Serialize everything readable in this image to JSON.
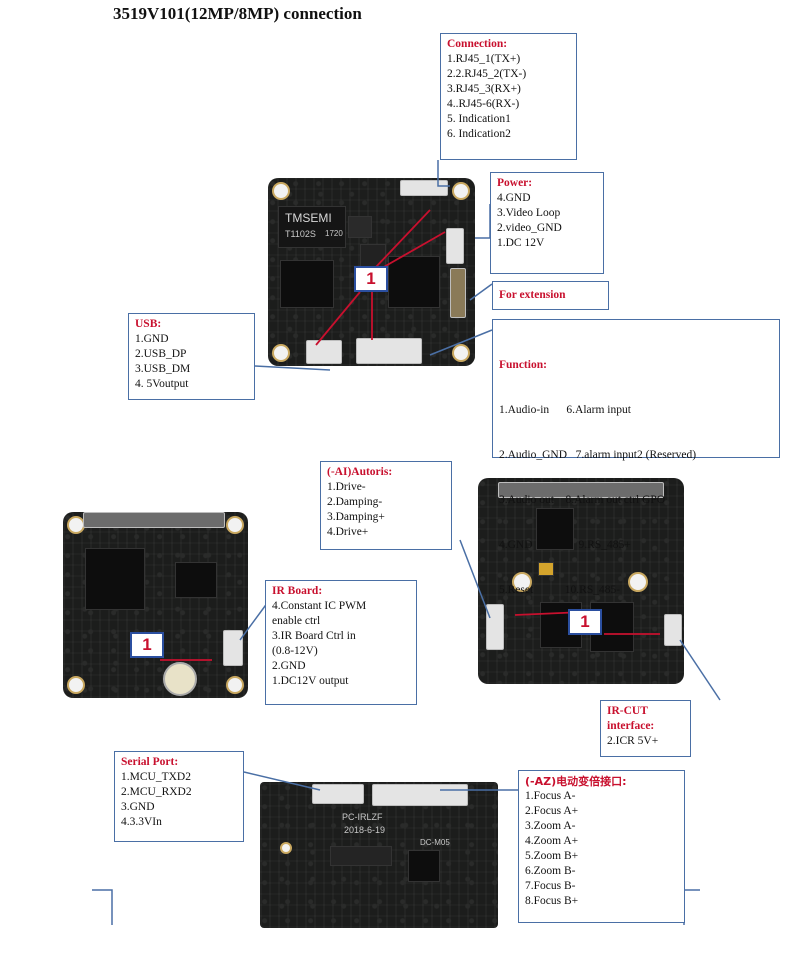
{
  "title": "3519V101(12MP/8MP) connection",
  "badge_label": "1",
  "main_board": {
    "tmsemi_label": "TMSEMI",
    "transformer_code": "T1102S",
    "transformer_sub": "1720"
  },
  "bottom_board": {
    "marking_1": "PC-IRLZF",
    "marking_2": "2018-6-19",
    "marking_3": "DC-M05"
  },
  "boxes": {
    "connection": {
      "heading": "Connection:",
      "items": [
        "1.RJ45_1(TX+)",
        "2.2.RJ45_2(TX-)",
        "3.RJ45_3(RX+)",
        "4..RJ45-6(RX-)",
        "5. Indication1",
        "6. Indication2"
      ]
    },
    "power": {
      "heading": "Power:",
      "items": [
        "4.GND",
        "3.Video Loop",
        "2.video_GND",
        "1.DC 12V"
      ]
    },
    "extension": {
      "heading": "For extension"
    },
    "usb": {
      "heading": "USB:",
      "items": [
        "1.GND",
        "2.USB_DP",
        "3.USB_DM",
        "4. 5Voutput"
      ]
    },
    "function": {
      "heading": "Function:",
      "items": [
        "1.Audio-in      6.Alarm input",
        "2.Audio_GND   7.alarm input2 (Reserved)",
        "3.Audio out    8.Alarm out ctrl GPO",
        "4.GND                9.RS_485+",
        "5.Reset           10.RS_485-"
      ]
    },
    "autoiris": {
      "heading": "(-AI)Autoris:",
      "items": [
        "1.Drive-",
        "2.Damping-",
        "3.Damping+",
        "4.Drive+"
      ]
    },
    "ir_board": {
      "heading": "IR Board:",
      "items": [
        "4.Constant  IC  PWM",
        "enable ctrl",
        "3.IR Board Ctrl in",
        "(0.8-12V)",
        "2.GND",
        "1.DC12V output"
      ]
    },
    "ir_cut": {
      "heading_1": "IR-CUT",
      "heading_2": "interface:",
      "items": [
        "2.ICR 5V+"
      ]
    },
    "serial": {
      "heading": "Serial Port:",
      "items": [
        "1.MCU_TXD2",
        "2.MCU_RXD2",
        "3.GND",
        "4.3.3VIn"
      ]
    },
    "az": {
      "heading": "(-AZ)电动变倍接口:",
      "items": [
        "1.Focus A-",
        "2.Focus A+",
        "3.Zoom A-",
        "4.Zoom A+",
        "5.Zoom B+",
        "6.Zoom B-",
        "7.Focus B-",
        "8.Focus B+"
      ]
    }
  }
}
